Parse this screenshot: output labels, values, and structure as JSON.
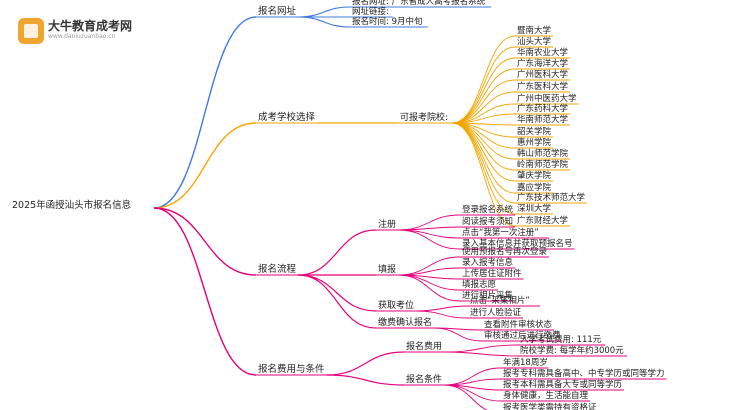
{
  "logo": {
    "name": "大牛教育成考网",
    "url": "www.daniuzuanbao.cn",
    "icon": "book-badge-icon",
    "color": "#f0a531"
  },
  "colors": {
    "blue": "#3d7be0",
    "orange": "#f2a600",
    "magenta": "#e6007e"
  },
  "root": "2025年函授汕头市报名信息",
  "branches": [
    {
      "label": "报名网址",
      "color": "#3d7be0",
      "children": [
        {
          "label": "报名网址: 广东省成人高考报名系统"
        },
        {
          "label": "网址链接:"
        },
        {
          "label": "报名时间: 9月中旬"
        }
      ]
    },
    {
      "label": "成考学校选择",
      "color": "#f2a600",
      "children": [
        {
          "label": "可报考院校:",
          "children": [
            {
              "label": "暨南大学"
            },
            {
              "label": "汕头大学"
            },
            {
              "label": "华南农业大学"
            },
            {
              "label": "广东海洋大学"
            },
            {
              "label": "广州医科大学"
            },
            {
              "label": "广东医科大学"
            },
            {
              "label": "广州中医药大学"
            },
            {
              "label": "广东药科大学"
            },
            {
              "label": "华南师范大学"
            },
            {
              "label": "韶关学院"
            },
            {
              "label": "惠州学院"
            },
            {
              "label": "韩山师范学院"
            },
            {
              "label": "岭南师范学院"
            },
            {
              "label": "肇庆学院"
            },
            {
              "label": "嘉应学院"
            },
            {
              "label": "广东技术师范大学"
            },
            {
              "label": "深圳大学"
            },
            {
              "label": "广东财经大学"
            }
          ]
        }
      ]
    },
    {
      "label": "报名流程",
      "color": "#e6007e",
      "children": [
        {
          "label": "注册",
          "children": [
            {
              "label": "登录报名系统"
            },
            {
              "label": "阅读报考须知"
            },
            {
              "label": "点击“我第一次注册”"
            },
            {
              "label": "录入基本信息并获取预报名号"
            }
          ]
        },
        {
          "label": "填报",
          "children": [
            {
              "label": "使用预报名号再次登录"
            },
            {
              "label": "录入报考信息"
            },
            {
              "label": "上传居住证附件"
            },
            {
              "label": "填报志愿"
            },
            {
              "label": "进行相片采集"
            }
          ]
        },
        {
          "label": "获取考位",
          "children": [
            {
              "label": "点击“采集相片”"
            },
            {
              "label": "进行人脸验证"
            }
          ]
        },
        {
          "label": "缴费确认报名",
          "children": [
            {
              "label": "查看附件审核状态"
            },
            {
              "label": "审核通过后进行缴费"
            }
          ]
        }
      ]
    },
    {
      "label": "报名费用与条件",
      "color": "#e6007e",
      "children": [
        {
          "label": "报名费用",
          "children": [
            {
              "label": "入学考试费用: 111元"
            },
            {
              "label": "院校学费: 每学年约3000元"
            }
          ]
        },
        {
          "label": "报名条件",
          "children": [
            {
              "label": "年满18周岁"
            },
            {
              "label": "报考专科需具备高中、中专学历或同等学力"
            },
            {
              "label": "报考本科需具备大专或同等学历"
            },
            {
              "label": "身体健康，生活能自理"
            },
            {
              "label": "报考医学类需持有资格证"
            }
          ]
        }
      ]
    }
  ]
}
